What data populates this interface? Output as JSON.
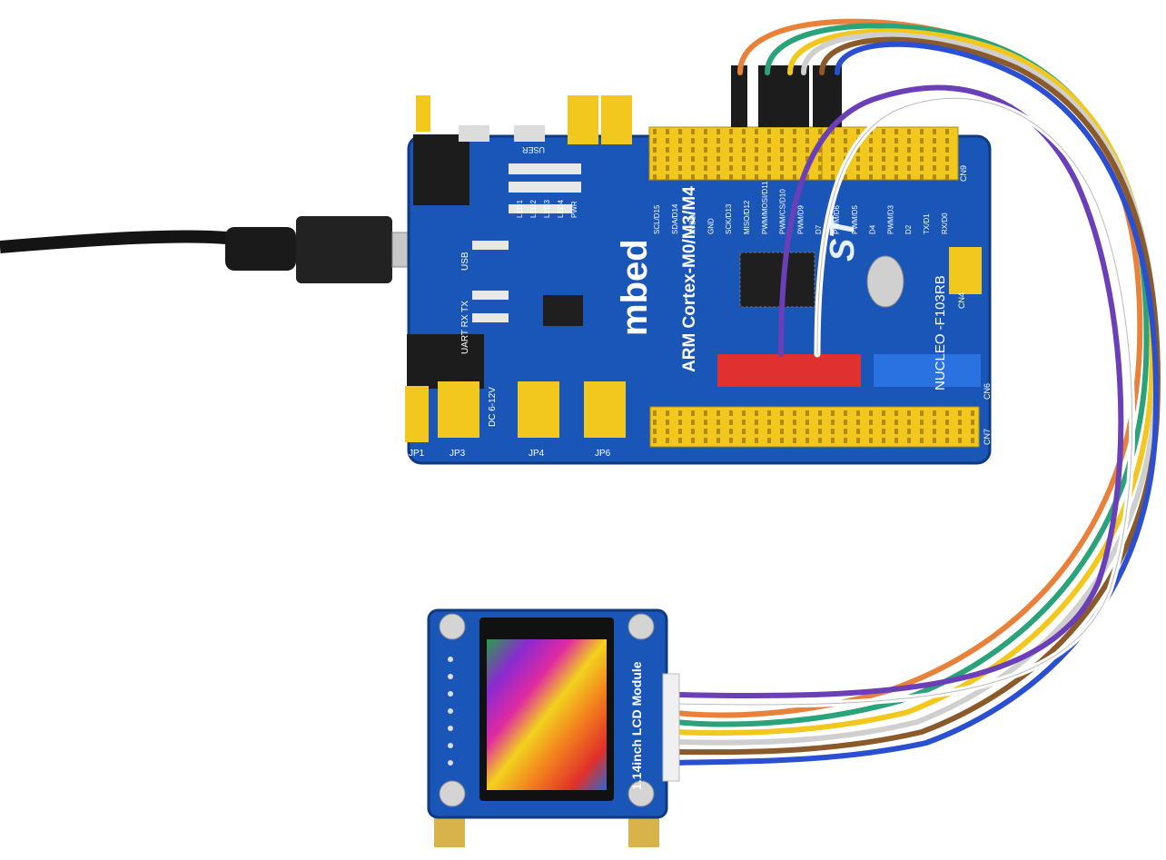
{
  "colors": {
    "background": "#ffffff",
    "pcb_blue": "#1a56b8",
    "header_yellow": "#f2c81e",
    "header_black": "#1c1c1c",
    "header_red": "#e03030",
    "header_blue": "#2a72e0",
    "cable_black": "#141414",
    "wires": [
      "#e8823a",
      "#2aa37a",
      "#f2c81e",
      "#cfcfcf",
      "#8a5a2a",
      "#2a4fd0",
      "#6a3fb8",
      "#ffffff"
    ]
  },
  "board": {
    "brand": "mbed",
    "series": "ARM Cortex-M0/M3/M4",
    "model": "NUCLEO -F103RB",
    "jumpers": [
      "JP1",
      "JP3",
      "JP4",
      "JP6"
    ],
    "connector_labels": [
      "CN7",
      "CN9",
      "CN4",
      "CN6"
    ],
    "button_label": "USER",
    "power_label": "DC 6-12V",
    "usb_label": "USB",
    "uart_label": "UART RX TX",
    "led_labels": [
      "LED1",
      "LED2",
      "LED3",
      "LED4",
      "PWR"
    ],
    "pin_labels_top": [
      "SCL/D15",
      "SDA/D14",
      "AVDD",
      "GND",
      "SCK/D13",
      "MISO/D12",
      "PWM/MOSI/D11",
      "PWM/CS/D10",
      "PWM/D9",
      "D7",
      "PWM/D6",
      "PWM/D5",
      "D4",
      "PWM/D3",
      "D2",
      "TX/D1",
      "RX/D0"
    ]
  },
  "lcd_module": {
    "label": "1.14inch LCD Module"
  }
}
